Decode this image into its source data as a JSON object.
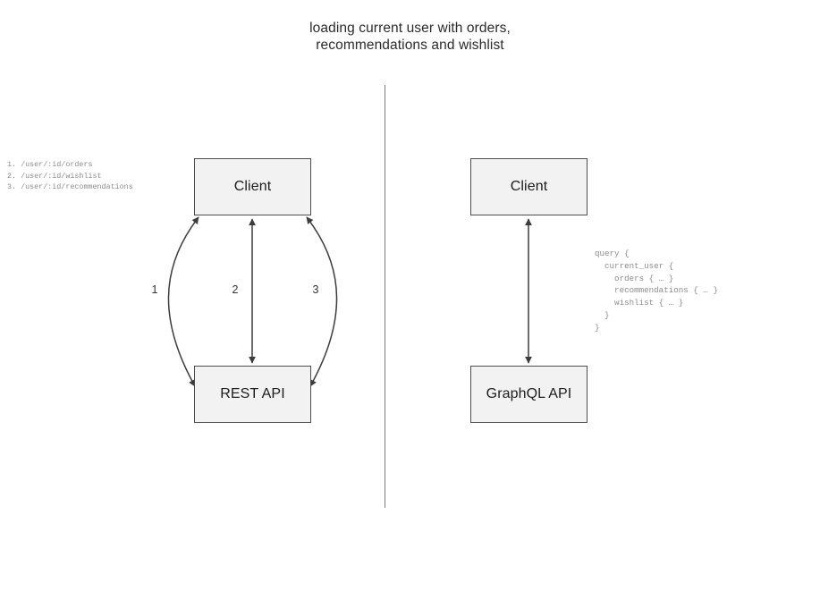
{
  "title": {
    "line1": "loading current user with orders,",
    "line2": "recommendations and wishlist"
  },
  "rest_side": {
    "endpoints": "1. /user/:id/orders\n2. /user/:id/wishlist\n3. /user/:id/recommendations",
    "client_label": "Client",
    "api_label": "REST API",
    "edge_labels": [
      "1",
      "2",
      "3"
    ]
  },
  "graphql_side": {
    "client_label": "Client",
    "api_label": "GraphQL API",
    "query": "query {\n  current_user {\n    orders { … }\n    recommendations { … }\n    wishlist { … }\n  }\n}"
  },
  "colors": {
    "box_fill": "#f2f2f2",
    "box_border": "#4d4d4d",
    "edge_stroke": "#3c3c3c",
    "divider": "#787878",
    "code_text": "#8c8c8c",
    "title_text": "#2b2b2b"
  }
}
